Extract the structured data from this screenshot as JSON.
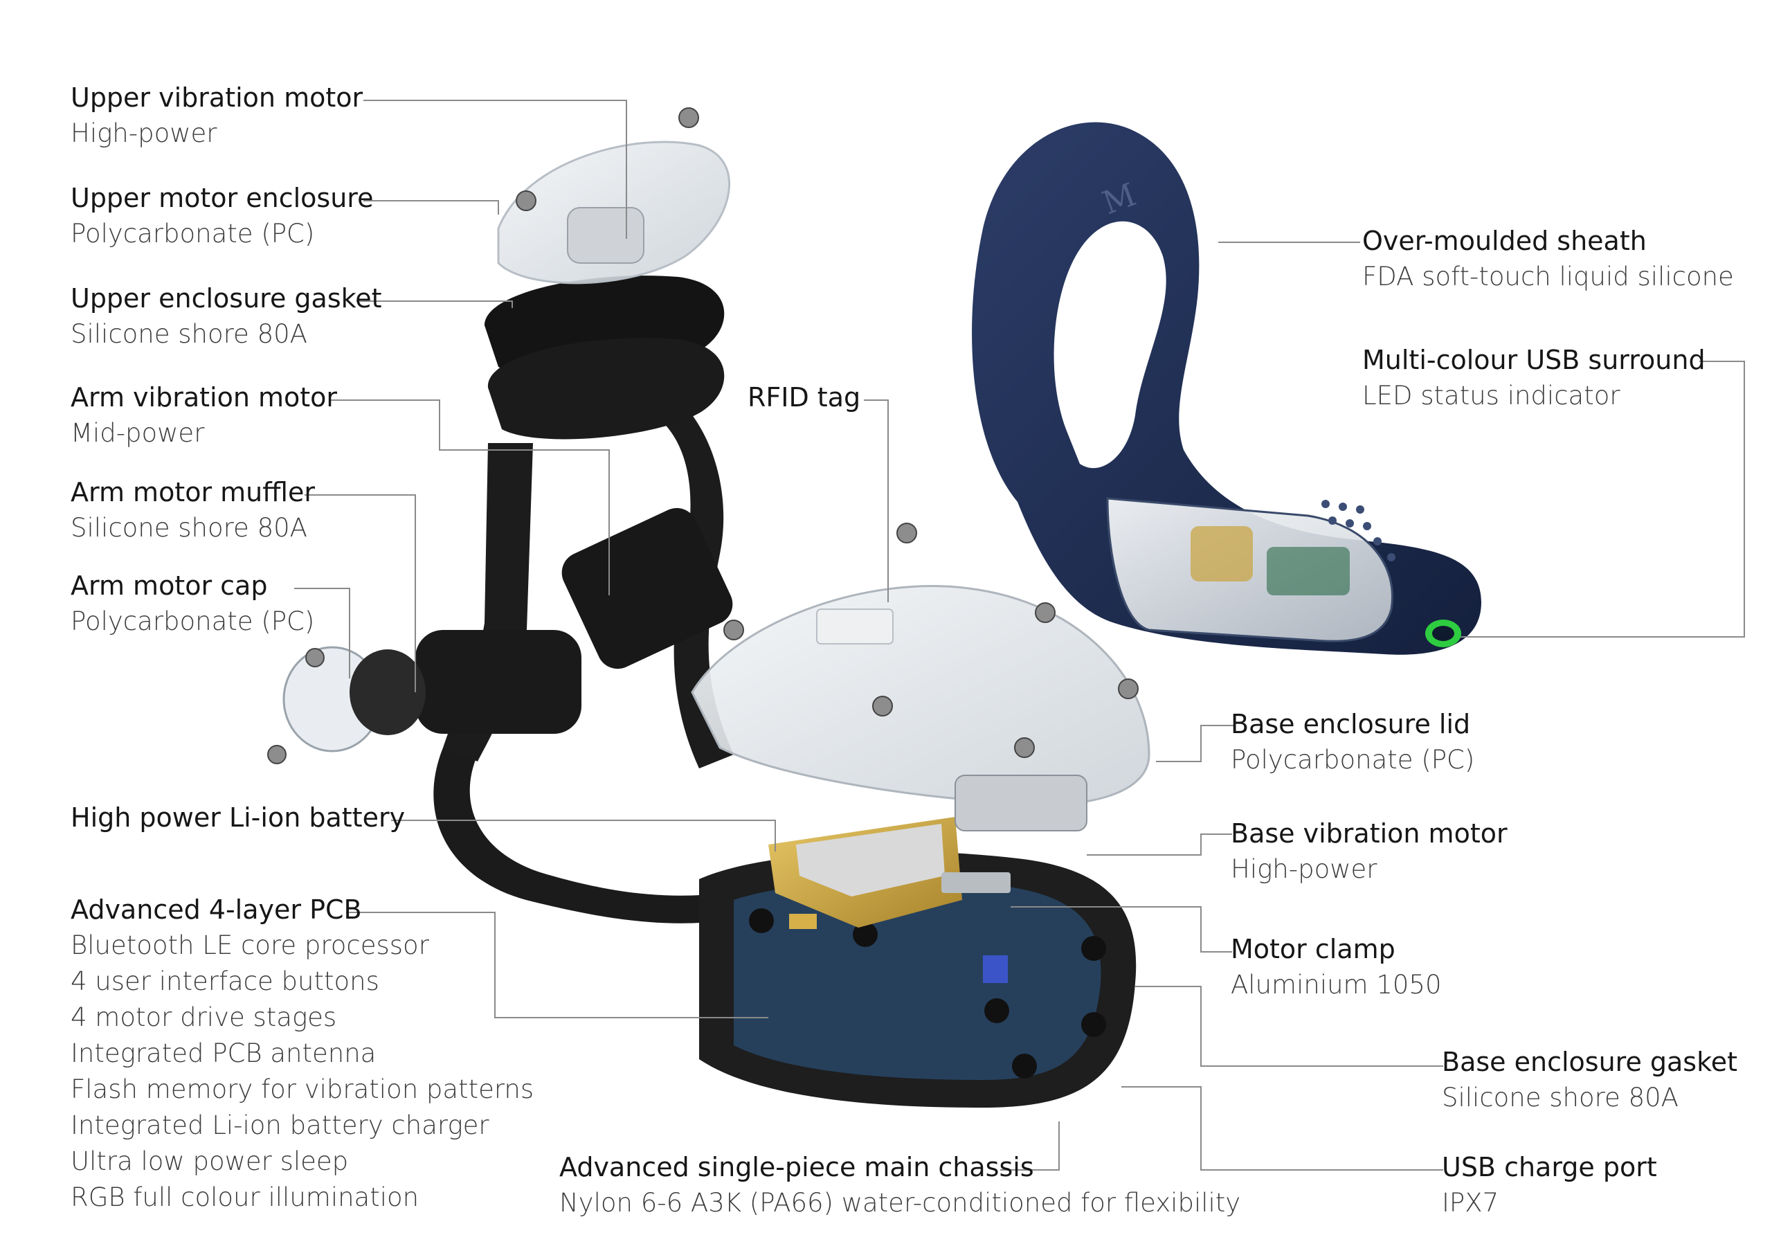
{
  "callouts": [
    {
      "id": "upper-vibration-motor",
      "title": "Upper vibration motor",
      "sub": [
        "High-power"
      ]
    },
    {
      "id": "upper-motor-enclosure",
      "title": "Upper motor enclosure",
      "sub": [
        "Polycarbonate (PC)"
      ]
    },
    {
      "id": "upper-enclosure-gasket",
      "title": "Upper enclosure gasket",
      "sub": [
        "Silicone shore 80A"
      ]
    },
    {
      "id": "arm-vibration-motor",
      "title": "Arm vibration motor",
      "sub": [
        "Mid-power"
      ]
    },
    {
      "id": "arm-motor-muffler",
      "title": "Arm motor muffler",
      "sub": [
        "Silicone shore 80A"
      ]
    },
    {
      "id": "arm-motor-cap",
      "title": "Arm motor cap",
      "sub": [
        "Polycarbonate (PC)"
      ]
    },
    {
      "id": "li-ion-battery",
      "title": "High power Li-ion battery",
      "sub": []
    },
    {
      "id": "pcb",
      "title": "Advanced 4-layer PCB",
      "sub": [
        "Bluetooth LE core processor",
        "4 user interface buttons",
        "4 motor drive stages",
        "Integrated PCB antenna",
        "Flash memory for vibration patterns",
        "Integrated Li-ion battery charger",
        "Ultra low power sleep",
        "RGB full colour illumination"
      ]
    },
    {
      "id": "main-chassis",
      "title": "Advanced single-piece main chassis",
      "sub": [
        "Nylon 6-6 A3K (PA66) water-conditioned for flexibility"
      ]
    },
    {
      "id": "rfid-tag",
      "title": "RFID tag",
      "sub": []
    },
    {
      "id": "over-moulded-sheath",
      "title": "Over-moulded sheath",
      "sub": [
        "FDA soft-touch liquid silicone"
      ]
    },
    {
      "id": "usb-surround",
      "title": "Multi-colour USB surround",
      "sub": [
        "LED status indicator"
      ]
    },
    {
      "id": "base-enclosure-lid",
      "title": "Base enclosure lid",
      "sub": [
        "Polycarbonate (PC)"
      ]
    },
    {
      "id": "base-vibration-motor",
      "title": "Base vibration motor",
      "sub": [
        "High-power"
      ]
    },
    {
      "id": "motor-clamp",
      "title": "Motor clamp",
      "sub": [
        "Aluminium 1050"
      ]
    },
    {
      "id": "base-enclosure-gasket",
      "title": "Base enclosure gasket",
      "sub": [
        "Silicone shore 80A"
      ]
    },
    {
      "id": "usb-charge-port",
      "title": "USB charge port",
      "sub": [
        "IPX7"
      ]
    }
  ],
  "logo_text": "M",
  "colors": {
    "sheath": "#1d2b4f",
    "chassis": "#1b1b1b",
    "battery": "#c9a33c",
    "pcb": "#26405c",
    "led": "#2ecc40",
    "leader": "#8a8a8a"
  }
}
